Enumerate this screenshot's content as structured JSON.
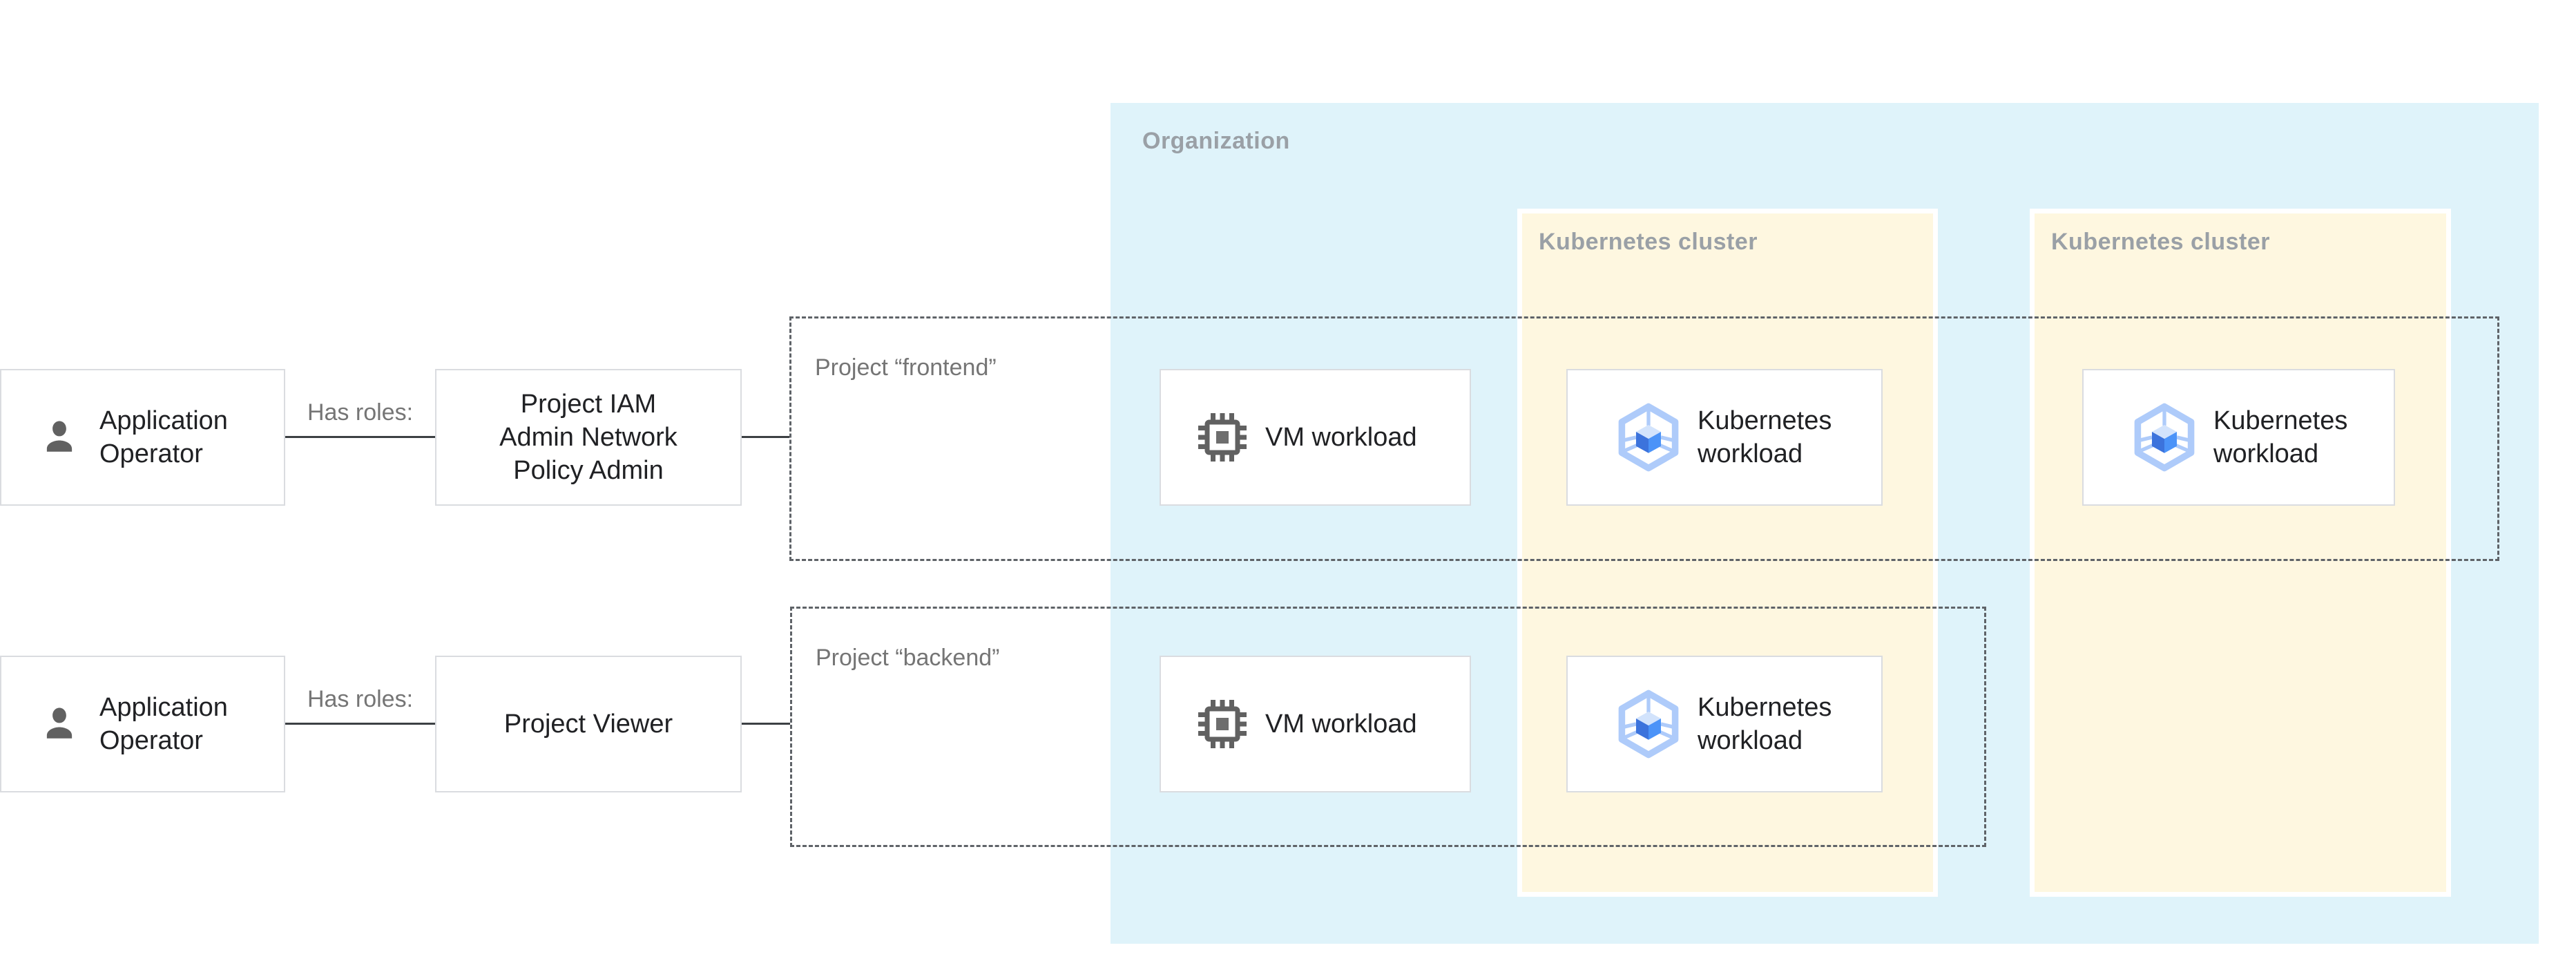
{
  "organization": {
    "label": "Organization"
  },
  "clusters": [
    {
      "label": "Kubernetes cluster"
    },
    {
      "label": "Kubernetes cluster"
    }
  ],
  "projects": [
    {
      "label": "Project “frontend”"
    },
    {
      "label": "Project “backend”"
    }
  ],
  "rows": [
    {
      "actor": "Application Operator",
      "edge_label": "Has roles:",
      "role": "Project IAM Admin Network Policy Admin"
    },
    {
      "actor": "Application Operator",
      "edge_label": "Has roles:",
      "role": "Project Viewer"
    }
  ],
  "workloads": [
    {
      "id": "frontend-vm",
      "type": "vm",
      "label": "VM workload"
    },
    {
      "id": "frontend-k8s-cluster-1",
      "type": "k8s",
      "label": "Kubernetes workload"
    },
    {
      "id": "frontend-k8s-cluster-2",
      "type": "k8s",
      "label": "Kubernetes workload"
    },
    {
      "id": "backend-vm",
      "type": "vm",
      "label": "VM workload"
    },
    {
      "id": "backend-k8s-cluster-1",
      "type": "k8s",
      "label": "Kubernetes workload"
    }
  ],
  "icons": {
    "actor": "person-icon",
    "vm": "cpu-chip-icon",
    "k8s": "kubernetes-engine-icon"
  },
  "colors": {
    "organization_bg": "#DFF3FA",
    "cluster_bg": "#FEF7E0",
    "box_border": "#DADCE0",
    "dashed_border": "#5F6368",
    "container_label": "#9AA0A6",
    "muted_label": "#757575",
    "text": "#202124",
    "connector": "#3C4043",
    "icon_gray": "#616161",
    "gke_blue_left": "#3C73DC",
    "gke_blue_right": "#4B93F8",
    "gke_blue_light": "#AECBFA",
    "gke_blue_pale": "#D2E3FC"
  }
}
